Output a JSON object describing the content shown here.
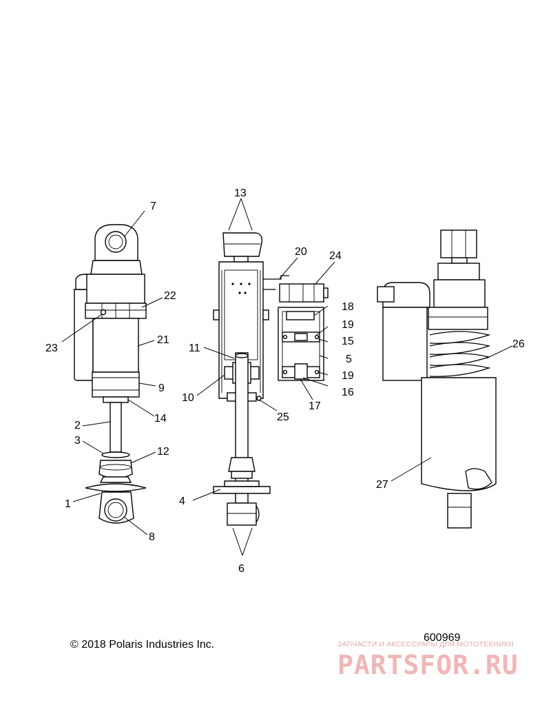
{
  "callouts": {
    "c1": "1",
    "c2": "2",
    "c3": "3",
    "c4": "4",
    "c5": "5",
    "c6": "6",
    "c7": "7",
    "c8": "8",
    "c9": "9",
    "c10": "10",
    "c11": "11",
    "c12": "12",
    "c13": "13",
    "c14": "14",
    "c15": "15",
    "c16": "16",
    "c17": "17",
    "c18": "18",
    "c19a": "19",
    "c19b": "19",
    "c20": "20",
    "c21": "21",
    "c22": "22",
    "c23": "23",
    "c24": "24",
    "c25": "25",
    "c26": "26",
    "c27": "27"
  },
  "footer": {
    "copyright": "© 2018 Polaris Industries Inc.",
    "figure_number": "600969"
  },
  "watermark": {
    "tagline": "ЗАПЧАСТИ И АКСЕССУАРЫ ДЛЯ МОТОТЕХНИКИ",
    "brand": "PARTSFOR.RU"
  }
}
